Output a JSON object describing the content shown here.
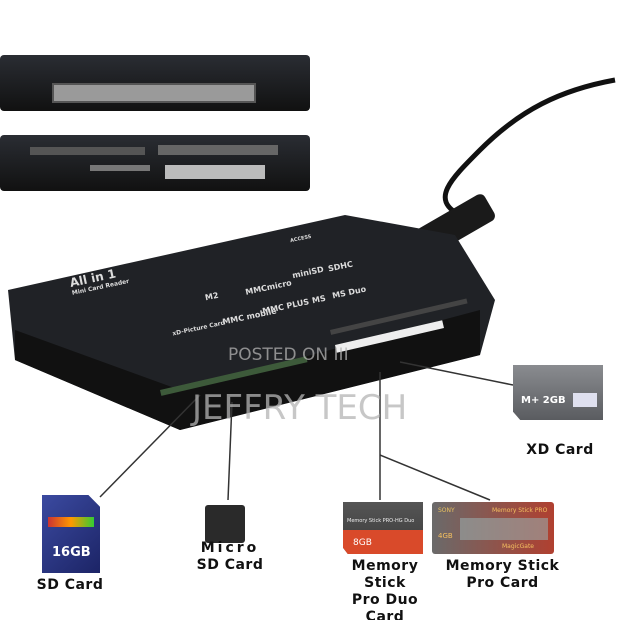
{
  "device": {
    "title": "All in 1",
    "subtitle": "Mini Card Reader",
    "indicator": "ACCESS",
    "logos": [
      "M2",
      "MMCmicro",
      "miniSD",
      "SDHC",
      "xD-Picture Card",
      "MMC mobile",
      "MMC PLUS",
      "MS",
      "MS Duo"
    ]
  },
  "watermark": {
    "line1": "POSTED ON III",
    "line2": "JEFFRY TECH"
  },
  "cards": {
    "xd": {
      "label": "XD Card",
      "print": "M+ 2GB"
    },
    "sd": {
      "label": "SD Card",
      "print": "16GB"
    },
    "micro": {
      "label_line1": "Micro",
      "label_line2": "SD Card"
    },
    "ms_duo": {
      "label_line1": "Memory Stick",
      "label_line2": "Pro Duo Card",
      "print": "Memory Stick PRO-HG Duo",
      "capacity": "8GB"
    },
    "ms_pro": {
      "label_line1": "Memory Stick",
      "label_line2": "Pro Card",
      "brand": "SONY",
      "print": "Memory Stick PRO",
      "capacity": "4GB",
      "sub": "MagicGate"
    }
  }
}
